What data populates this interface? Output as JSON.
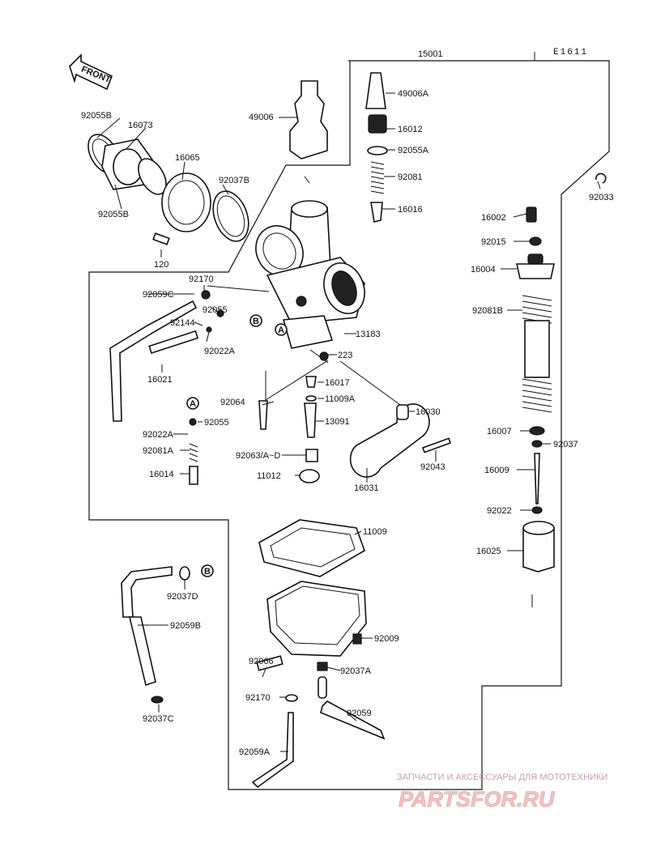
{
  "diagram": {
    "code": "E1611",
    "front_label": "FRONT",
    "labels": {
      "l15001": "15001",
      "l49006": "49006",
      "l49006A": "49006A",
      "l16012": "16012",
      "l92055A": "92055A",
      "l92081": "92081",
      "l16016": "16016",
      "l92055B_top": "92055B",
      "l16073": "16073",
      "l16065": "16065",
      "l92037B": "92037B",
      "l92055B_bot": "92055B",
      "l120": "120",
      "l92033": "92033",
      "l16002": "16002",
      "l92015": "92015",
      "l16004": "16004",
      "l92170_top": "92170",
      "l92059C": "92059C",
      "l92055_mid": "92055",
      "l92144": "92144",
      "l92022A_mid": "92022A",
      "l16021": "16021",
      "l13183": "13183",
      "l223": "223",
      "l16017": "16017",
      "l92064": "92064",
      "l11009A": "11009A",
      "l16030": "16030",
      "l13091": "13091",
      "l92022A_left": "92022A",
      "l92055_left": "92055",
      "l92081A": "92081A",
      "l16014": "16014",
      "l92063": "92063/A~D",
      "l11012": "11012",
      "l16031": "16031",
      "l92043": "92043",
      "l92081B": "92081B",
      "l16007": "16007",
      "l92037": "92037",
      "l16009": "16009",
      "l92022": "92022",
      "l16025": "16025",
      "l11009": "11009",
      "l92037D": "92037D",
      "l92059B": "92059B",
      "l92009": "92009",
      "l92066": "92066",
      "l92037A": "92037A",
      "l92170_bot": "92170",
      "l92059": "92059",
      "l92037C": "92037C",
      "l92059A": "92059A"
    },
    "markers": {
      "a1": "A",
      "a2": "A",
      "b1": "B",
      "b2": "B"
    }
  },
  "watermark": {
    "line1": "ЗАПЧАСТИ И АКСЕССУАРЫ ДЛЯ МОТОТЕХНИКИ",
    "line2": "PARTSFOR.RU"
  }
}
